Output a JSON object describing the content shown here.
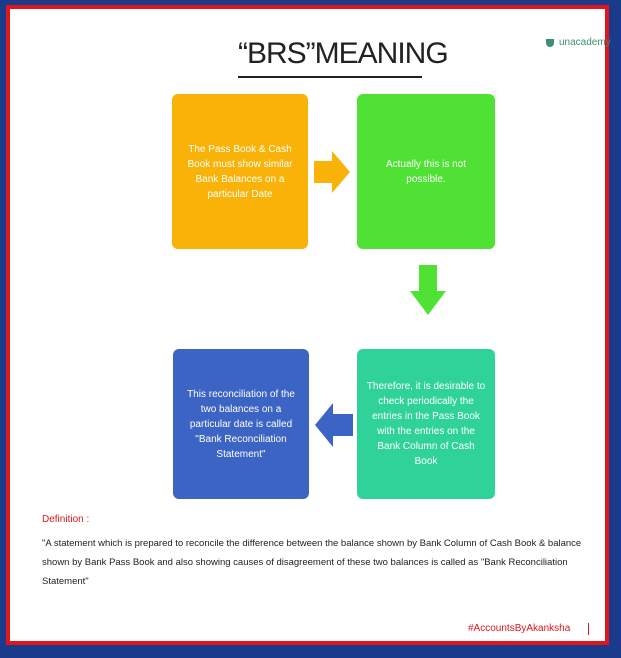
{
  "slide": {
    "title": "“BRS”MEANING",
    "logo_text": "unacademy",
    "boxes": [
      {
        "text": "The Pass Book & Cash Book must show similar Bank Balances on a particular Date",
        "color": "#f9b208"
      },
      {
        "text": "Actually this is not possible.",
        "color": "#4fe234"
      },
      {
        "text": "Therefore, it is desirable to check periodically the entries in the Pass Book with the entries on the Bank Column of Cash Book",
        "color": "#2fd39a"
      },
      {
        "text": "This reconciliation of the two balances on a particular date is called \"Bank Reconciliation Statement\"",
        "color": "#3c64c4"
      }
    ],
    "arrow_colors": {
      "right": "#f9b208",
      "down": "#4fe234",
      "left": "#3c64c4"
    },
    "definition_label": "Definition :",
    "definition_text": "\"A statement which is prepared to reconcile the difference between the balance shown by Bank Column of Cash Book & balance shown by Bank Pass Book and also showing causes of disagreement of these two balances is called as \"Bank Reconciliation Statement\"",
    "hashtag": "#AccountsByAkanksha",
    "colors": {
      "border": "#e0161b",
      "background": "#1a3a8c",
      "accent_red": "#e0161b"
    }
  }
}
